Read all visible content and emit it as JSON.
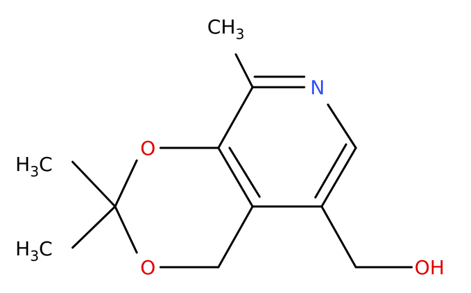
{
  "molecule": {
    "atoms": {
      "n": "N",
      "o_ring_top": "O",
      "o_ring_bottom": "O",
      "oh": "OH",
      "methyl_top": {
        "main": "CH",
        "sub": "3"
      },
      "methyl_left_upper": {
        "main": "H",
        "sub": "3",
        "tail": "C"
      },
      "methyl_left_lower": {
        "main": "H",
        "sub": "3",
        "tail": "C"
      }
    },
    "colors": {
      "bond": "#000000",
      "nitrogen": "#3050F8",
      "oxygen": "#E00000",
      "carbon_label": "#000000"
    }
  }
}
